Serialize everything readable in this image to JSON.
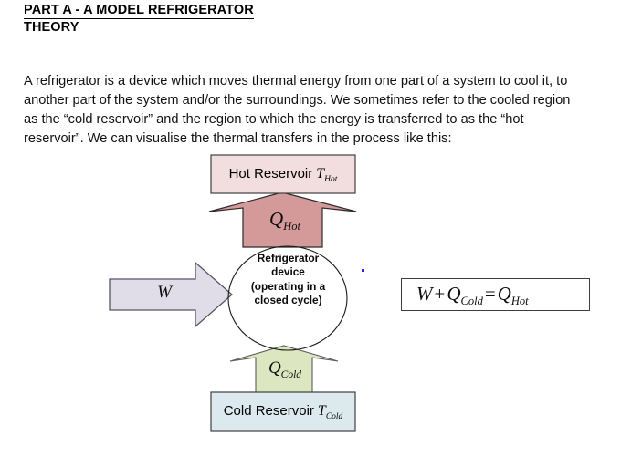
{
  "document": {
    "heading": {
      "line1": "PART A - A MODEL REFRIGERATOR",
      "line2": "THEORY"
    },
    "paragraph": "A refrigerator is a device which moves thermal energy from one part of a system to cool it, to another part of the system and/or the surroundings. We sometimes refer to the cooled region as the “cold reservoir” and the region to which the energy is transferred to as the “hot reservoir”. We can visualise the thermal transfers in the process like this:"
  },
  "diagram": {
    "hot_reservoir": {
      "text": "Hot Reservoir",
      "symbol": "T",
      "subscript": "Hot",
      "fill": "#F2DEDE",
      "stroke": "#404040"
    },
    "cold_reservoir": {
      "text": "Cold Reservoir",
      "symbol": "T",
      "subscript": "Cold",
      "fill": "#DCEAF0",
      "stroke": "#404040"
    },
    "device": {
      "line1": "Refrigerator",
      "line2": "device",
      "line3": "(operating in a",
      "line4": "closed cycle)",
      "fill": "#FFFFFF",
      "stroke": "#1a1a1a"
    },
    "q_hot_arrow": {
      "symbol": "Q",
      "subscript": "Hot",
      "fill": "#D49A9A",
      "stroke": "#2b2b2b",
      "direction": "up"
    },
    "q_cold_arrow": {
      "symbol": "Q",
      "subscript": "Cold",
      "fill": "#DCE6C0",
      "stroke": "#5d5d5d",
      "direction": "up"
    },
    "work_arrow": {
      "symbol": "W",
      "fill": "#E0DCE8",
      "stroke": "#565263",
      "direction": "right"
    }
  },
  "equation": {
    "left_symbol": "W",
    "plus": "+",
    "q_cold_symbol": "Q",
    "q_cold_sub": "Cold",
    "equals": "=",
    "q_hot_symbol": "Q",
    "q_hot_sub": "Hot",
    "border_color": "#3d3d3d"
  }
}
